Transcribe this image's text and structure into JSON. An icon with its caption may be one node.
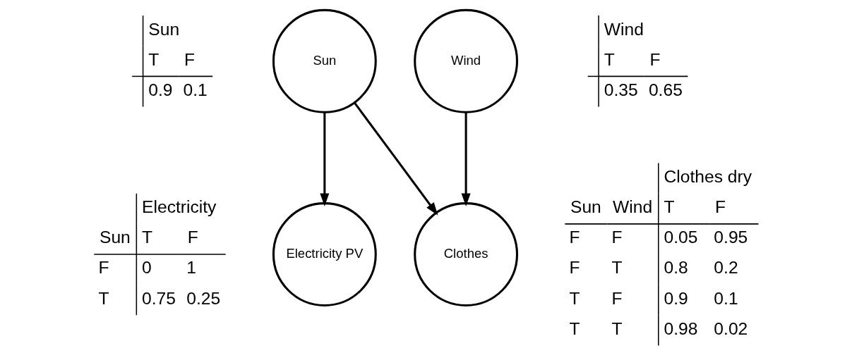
{
  "diagram": {
    "nodes": [
      {
        "text": [
          "Sun"
        ]
      },
      {
        "text": [
          "Wind"
        ]
      },
      {
        "text": [
          "Electricity PV"
        ]
      },
      {
        "text": [
          "Clothes"
        ]
      }
    ],
    "edges": [
      {
        "from": 0,
        "to": 2,
        "arrow": "to"
      },
      {
        "from": 0,
        "to": 3,
        "arrow": "to"
      },
      {
        "from": 1,
        "to": 3,
        "arrow": "to"
      }
    ],
    "labels": [
      "Sun",
      "T",
      "F",
      "0.9",
      "0.1",
      "Electricity",
      "Sun",
      "T",
      "F",
      "F",
      "0",
      "1",
      "T",
      "0.75",
      "0.25",
      "Wind",
      "T",
      "F",
      "0.35",
      "0.65",
      "Clothes dry",
      "Sun",
      "Wind",
      "T",
      "F",
      "F",
      "F",
      "0.05",
      "0.95",
      "F",
      "T",
      "0.8",
      "0.2",
      "T",
      "F",
      "0.9",
      "0.1",
      "T",
      "T",
      "0.98",
      "0.02"
    ]
  }
}
